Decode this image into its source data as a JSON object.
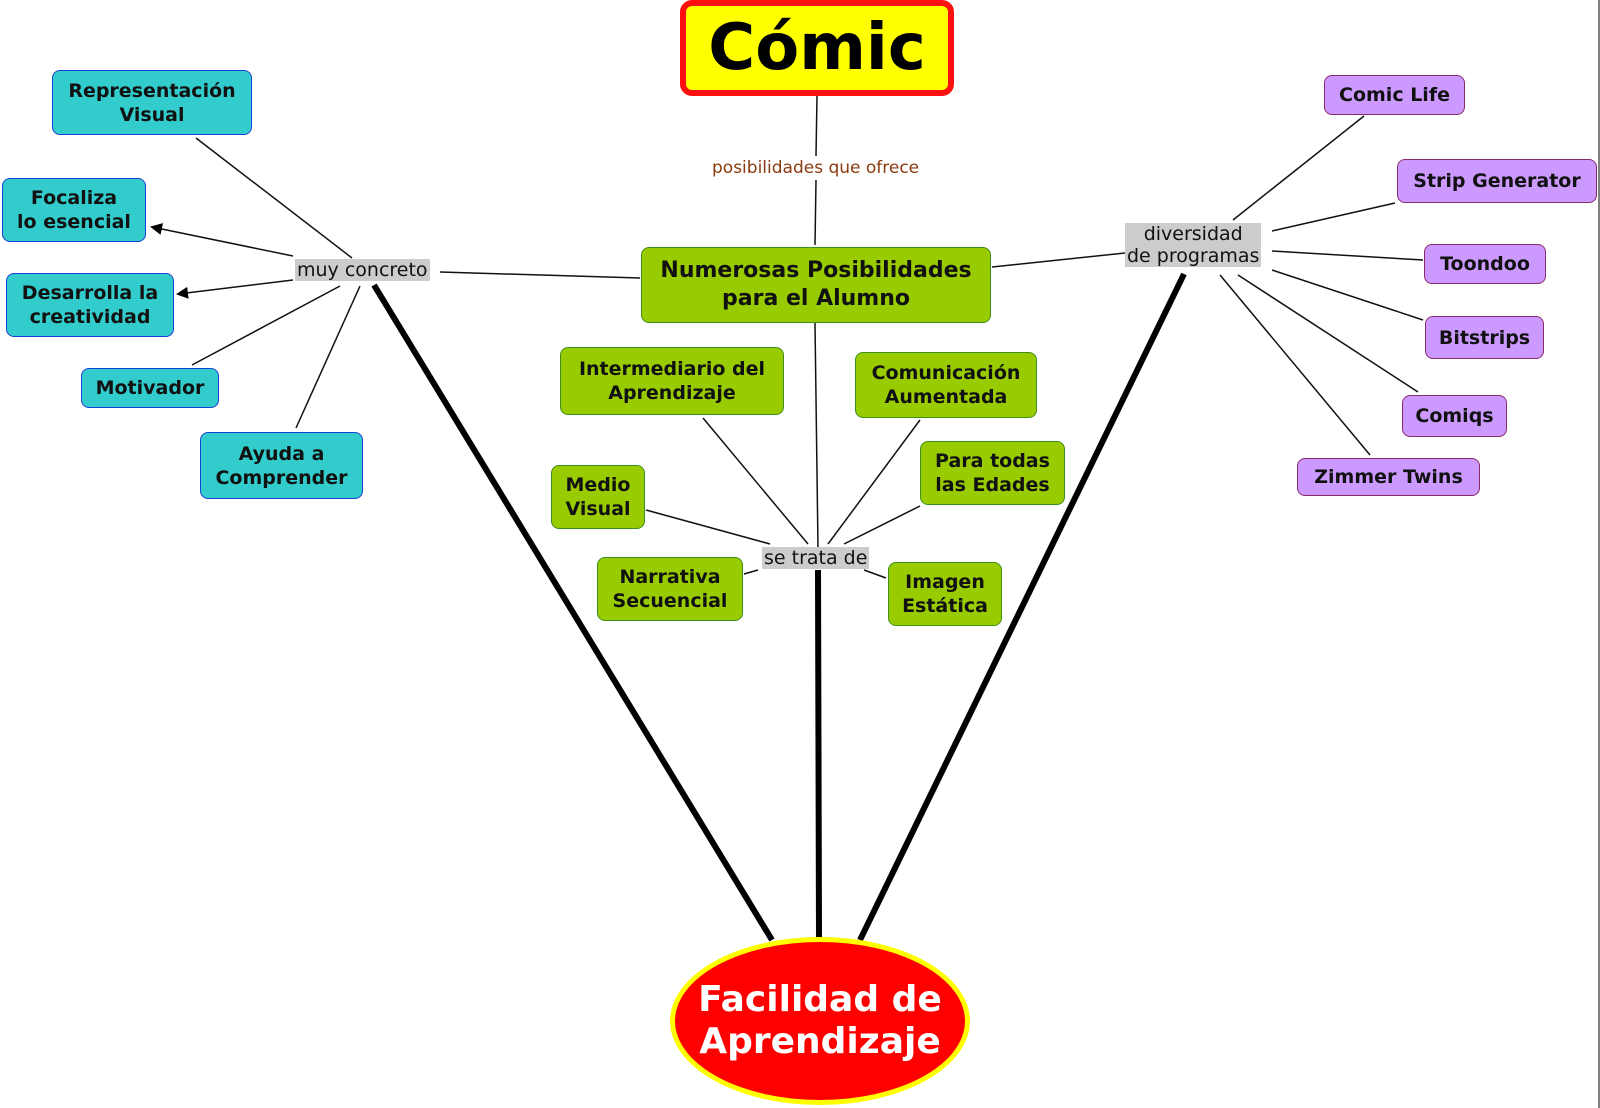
{
  "title": "Cómic",
  "link_root": "posibilidades que ofrece",
  "center_node": "Numerosas Posibilidades\npara el Alumno",
  "bottom_node": "Facilidad de\nAprendizaje",
  "left_branch": {
    "link": "muy concreto",
    "items": [
      "Representación\nVisual",
      "Focaliza\nlo esencial",
      "Desarrolla la\ncreatividad",
      "Motivador",
      "Ayuda a\nComprender"
    ]
  },
  "middle_branch": {
    "link": "se trata de",
    "items": [
      "Intermediario del\nAprendizaje",
      "Comunicación\nAumentada",
      "Medio\nVisual",
      "Para todas\nlas Edades",
      "Narrativa\nSecuencial",
      "Imagen\nEstática"
    ]
  },
  "right_branch": {
    "link": "diversidad\nde programas",
    "items": [
      "Comic Life",
      "Strip Generator",
      "Toondoo",
      "Bitstrips",
      "Comiqs",
      "Zimmer Twins"
    ]
  },
  "colors": {
    "title_fill": "#ffff00",
    "title_border": "#ff1010",
    "left_nodes": "#33cccc",
    "middle_nodes": "#99cc00",
    "right_nodes": "#cc99ff",
    "bottom_fill": "#ff0000",
    "bottom_border": "#ffff00",
    "link_label_bg": "#cccccc",
    "root_link_text": "#8b3a0e"
  }
}
